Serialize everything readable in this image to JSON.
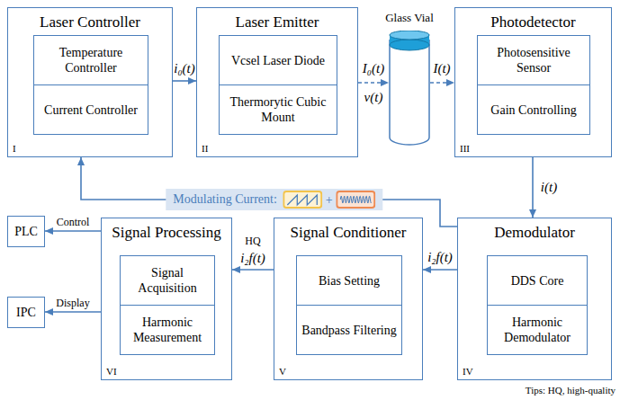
{
  "diagram": {
    "nodes": [
      {
        "text": [
          "Laser Controller",
          "I"
        ]
      },
      {
        "text": [
          "Temperature Controller"
        ],
        "in": 0
      },
      {
        "text": [
          "Current Controller"
        ],
        "in": 0
      },
      {
        "text": [
          "Laser Emitter",
          "II"
        ]
      },
      {
        "text": [
          "Vcsel Laser Diode"
        ],
        "in": 3
      },
      {
        "text": [
          "Thermorytic Cubic Mount"
        ],
        "in": 3
      },
      {
        "text": [
          "Glass Vial"
        ]
      },
      {
        "text": [
          "Photodetector",
          "III"
        ]
      },
      {
        "text": [
          "Photosensitive Sensor"
        ],
        "in": 7
      },
      {
        "text": [
          "Gain Controlling"
        ],
        "in": 7
      },
      {
        "text": [
          "Demodulator",
          "IV"
        ]
      },
      {
        "text": [
          "DDS Core"
        ],
        "in": 10
      },
      {
        "text": [
          "Harmonic Demodulator"
        ],
        "in": 10
      },
      {
        "text": [
          "Signal Conditioner",
          "V"
        ]
      },
      {
        "text": [
          "Bias Setting"
        ],
        "in": 13
      },
      {
        "text": [
          "Bandpass Filtering"
        ],
        "in": 13
      },
      {
        "text": [
          "Signal Processing",
          "VI"
        ]
      },
      {
        "text": [
          "Signal Acquisition"
        ],
        "in": 16
      },
      {
        "text": [
          "Harmonic Measurement"
        ],
        "in": 16
      },
      {
        "text": [
          "PLC"
        ]
      },
      {
        "text": [
          "IPC"
        ]
      }
    ],
    "edges": [
      {
        "from": 0,
        "to": 3,
        "label": "i₀(t)",
        "arrow": "to"
      },
      {
        "from": 3,
        "to": 6,
        "label": "I₀(t)",
        "arrow": "to"
      },
      {
        "from": 6,
        "to": 7,
        "label": "I(t)",
        "arrow": "to"
      },
      {
        "from": 7,
        "to": 10,
        "label": "i(t)",
        "arrow": "to"
      },
      {
        "from": 10,
        "to": 13,
        "label": "i₂f(t)",
        "arrow": "to"
      },
      {
        "from": 13,
        "to": 16,
        "label": "i₂f(t)",
        "arrow": "to"
      },
      {
        "from": 16,
        "to": 19,
        "label": "Control",
        "arrow": "to"
      },
      {
        "from": 16,
        "to": 20,
        "label": "Display",
        "arrow": "to"
      },
      {
        "from": 10,
        "to": 0,
        "label": "Modulating Current:",
        "arrow": "to"
      }
    ],
    "labels": [
      "v(t)",
      "HQ",
      "+",
      "Tips: HQ, high-quality"
    ]
  }
}
